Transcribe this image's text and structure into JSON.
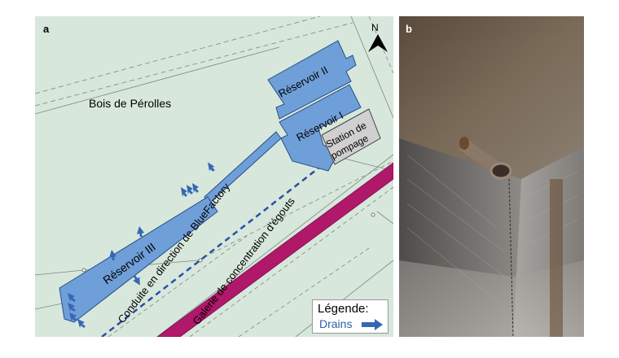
{
  "panel_a": {
    "letter": "a",
    "north_label": "N",
    "forest_label": "Bois de Pérolles",
    "reservoir_1": "Réservoir I",
    "reservoir_2": "Réservoir II",
    "reservoir_3": "Réservoir III",
    "station_line1": "Station de",
    "station_line2": "pompage",
    "conduit_label": "Conduite en direction de BlueFactory",
    "sewer_label": "Galerie de concentration d'égouts",
    "legend": {
      "title": "Légende:",
      "drains_label": "Drains"
    },
    "colors": {
      "background": "#d7e7dc",
      "reservoir": "#6f9fd8",
      "reservoir_stroke": "#2a4f86",
      "station": "#d0d0d0",
      "sewer": "#b0186a",
      "drain_arrow": "#3567b5"
    }
  },
  "panel_b": {
    "letter": "b",
    "description_icon": "photo-pipe-icon"
  }
}
